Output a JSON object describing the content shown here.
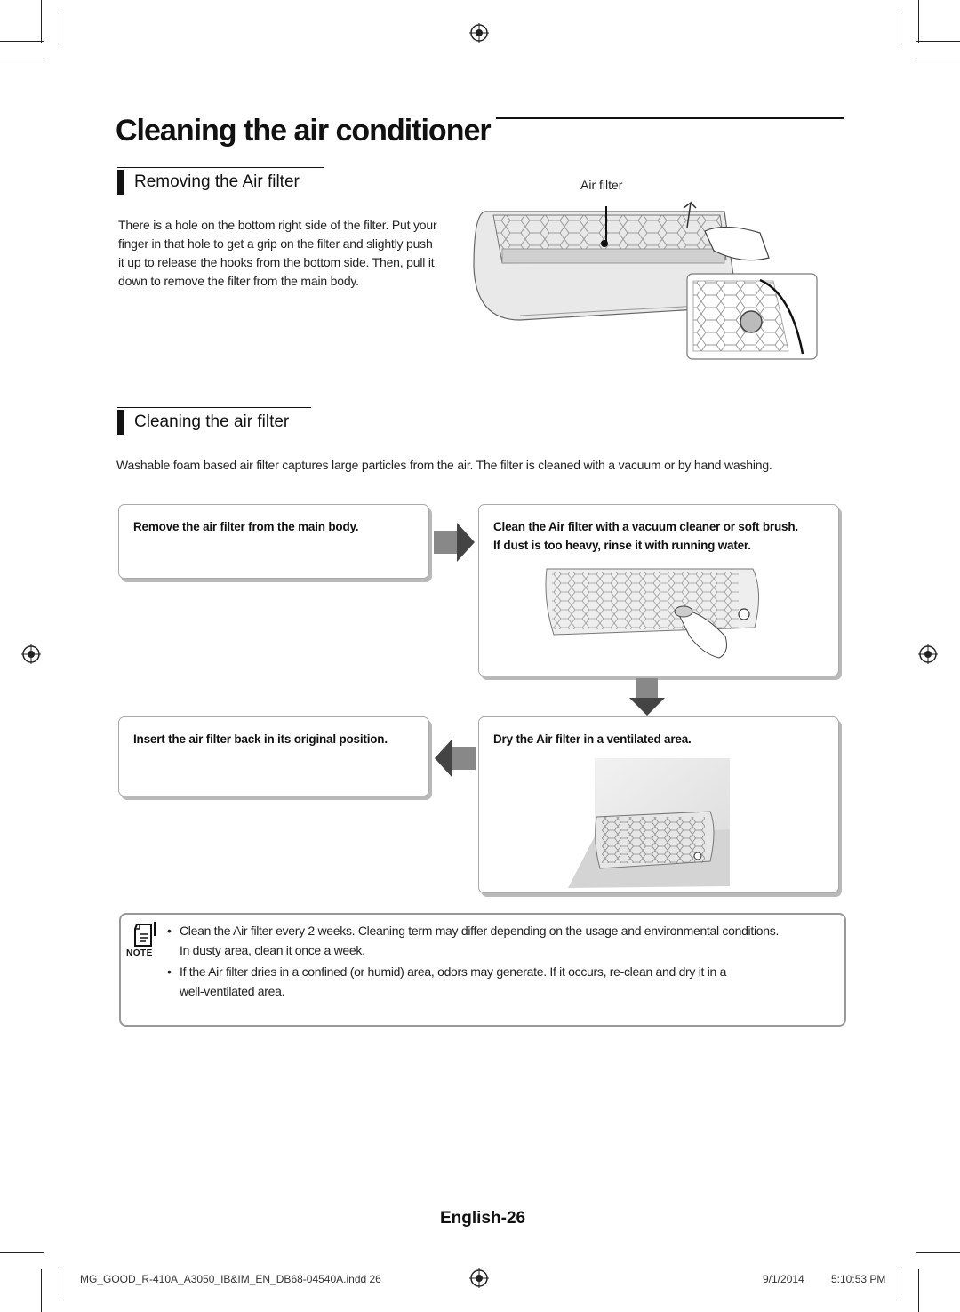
{
  "page_title": "Cleaning the air conditioner",
  "section1": {
    "heading": "Removing the Air filter",
    "paragraph_lines": [
      "There is a hole on the bottom right side of the filter. Put your",
      "finger in that hole to get a grip on the filter and slightly push",
      "it up to release the hooks from the bottom side. Then, pull it",
      "down to remove the filter from the main body."
    ],
    "figure_label": "Air filter"
  },
  "section2": {
    "heading": "Cleaning the air filter",
    "intro": "Washable foam based air filter captures large particles from the air. The filter is cleaned with a vacuum or by hand washing."
  },
  "steps": {
    "step1": "Remove the air filter from the main body.",
    "step2_line1": "Clean the Air filter with a vacuum cleaner or soft brush.",
    "step2_line2": "If dust is too heavy, rinse it with running water.",
    "step3": "Dry the Air filter in a ventilated area.",
    "step4": "Insert the air filter back in its original position."
  },
  "note": {
    "label": "NOTE",
    "item1_line1": "Clean the Air filter every 2 weeks. Cleaning term may differ depending on the usage and environmental conditions.",
    "item1_line2": "In dusty area, clean it once a week.",
    "item2_line1": "If the Air filter dries in a confined (or humid) area, odors may generate. If it occurs, re-clean and dry it in a",
    "item2_line2": "well-ventilated area."
  },
  "page_number": "English-26",
  "footer": {
    "file": "MG_GOOD_R-410A_A3050_IB&IM_EN_DB68-04540A.indd   26",
    "date": "9/1/2014",
    "time": "5:10:53 PM"
  }
}
